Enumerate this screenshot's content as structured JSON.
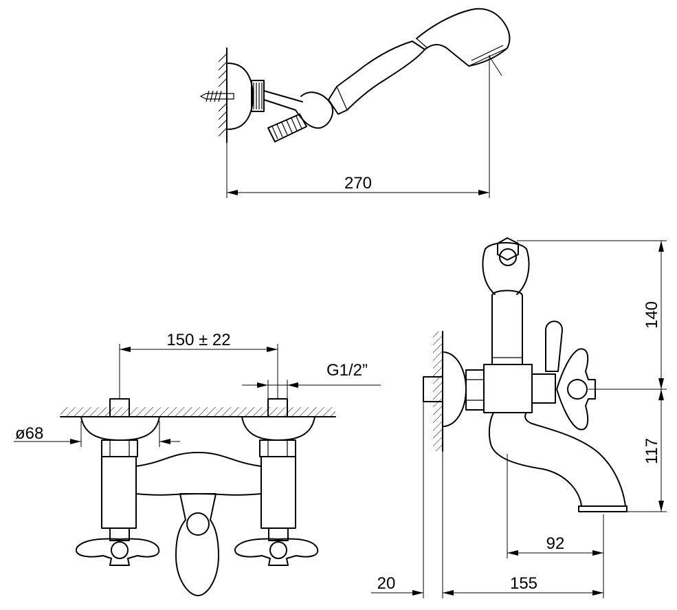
{
  "dimensions": {
    "handshower_length": "270",
    "inlet_spacing": "150 ± 22",
    "thread": "G1/2”",
    "flange_diameter": "ø68",
    "total_height": "140",
    "spout_height": "117",
    "spout_offset": "92",
    "wall_offset": "20",
    "total_depth": "155"
  }
}
